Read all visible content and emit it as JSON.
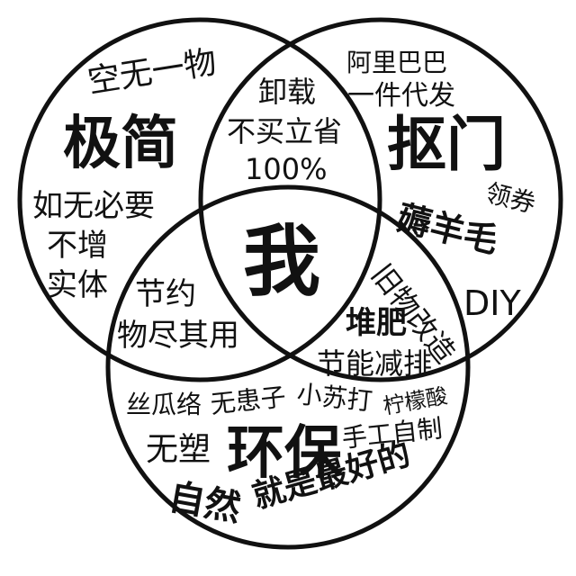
{
  "colors": {
    "ink": "#111111",
    "background": "#ffffff"
  },
  "center": {
    "label": "我"
  },
  "circles": {
    "top_left": {
      "title": "极简",
      "items": [
        "空无一物",
        "如无必要",
        "不增",
        "实体"
      ]
    },
    "top_right": {
      "title": "抠门",
      "items": [
        "阿里巴巴",
        "一件代发",
        "薅羊毛",
        "领券",
        "DIY"
      ]
    },
    "bottom": {
      "title": "环保",
      "items": [
        "丝瓜络",
        "无患子",
        "小苏打",
        "柠檬酸",
        "无塑",
        "手工自制",
        "自然",
        "就是最好的"
      ]
    }
  },
  "overlaps": {
    "top_left_top_right": [
      "卸载",
      "不买立省",
      "100%"
    ],
    "top_left_bottom": [
      "节约",
      "物尽其用"
    ],
    "top_right_bottom": [
      "旧物改造",
      "堆肥",
      "节能减排"
    ]
  }
}
